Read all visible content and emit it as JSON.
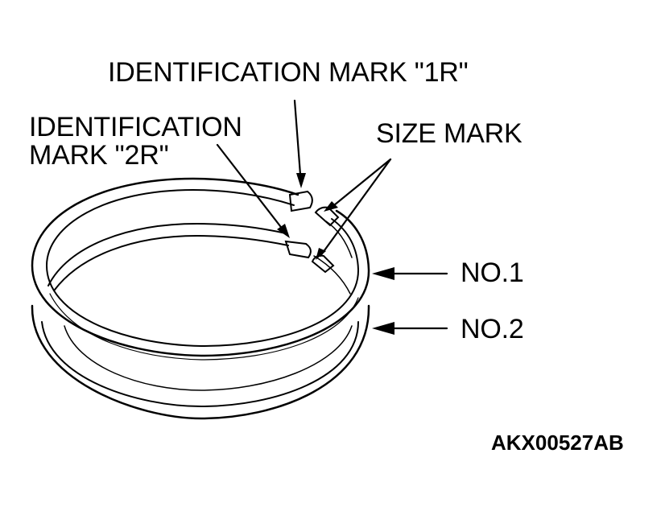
{
  "diagram": {
    "subject": "piston rings",
    "labels": {
      "id_mark_1r": "IDENTIFICATION MARK \"1R\"",
      "id_mark_2r_line1": "IDENTIFICATION",
      "id_mark_2r_line2": "MARK \"2R\"",
      "size_mark": "SIZE MARK",
      "no1": "NO.1",
      "no2": "NO.2",
      "figure_code": "AKX00527AB"
    },
    "colors": {
      "line": "#000000",
      "background": "#ffffff"
    }
  }
}
